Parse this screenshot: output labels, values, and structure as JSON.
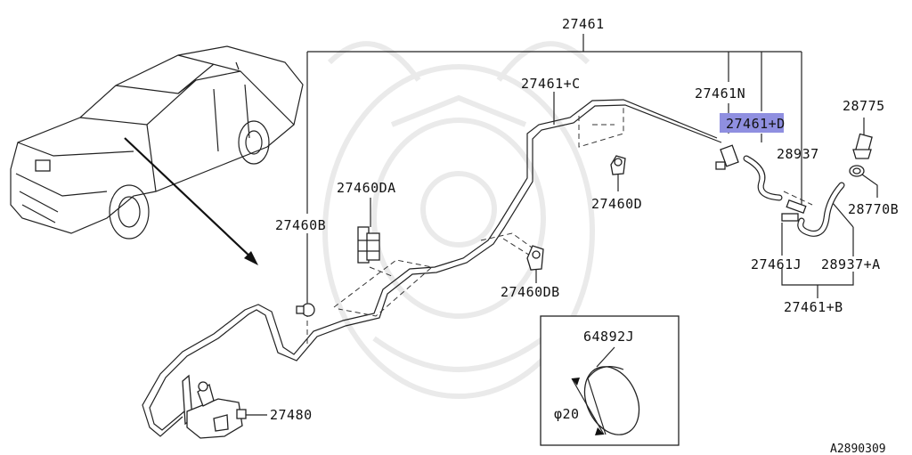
{
  "diagram": {
    "labels": {
      "main_assembly": "27461",
      "hose_c": "27461+C",
      "hose_n": "27461N",
      "hose_d": "27461+D",
      "part_28937": "28937",
      "part_28775": "28775",
      "part_28770b": "28770B",
      "clip_da": "27460DA",
      "clip_b": "27460B",
      "clip_d": "27460D",
      "clip_db": "27460DB",
      "hose_j": "27461J",
      "part_28937a": "28937+A",
      "hose_b": "27461+B",
      "cap": "64892J",
      "cap_diameter": "φ20",
      "tank": "27480",
      "figure_code": "A2890309"
    },
    "highlight_color": "#8f8fe0"
  }
}
